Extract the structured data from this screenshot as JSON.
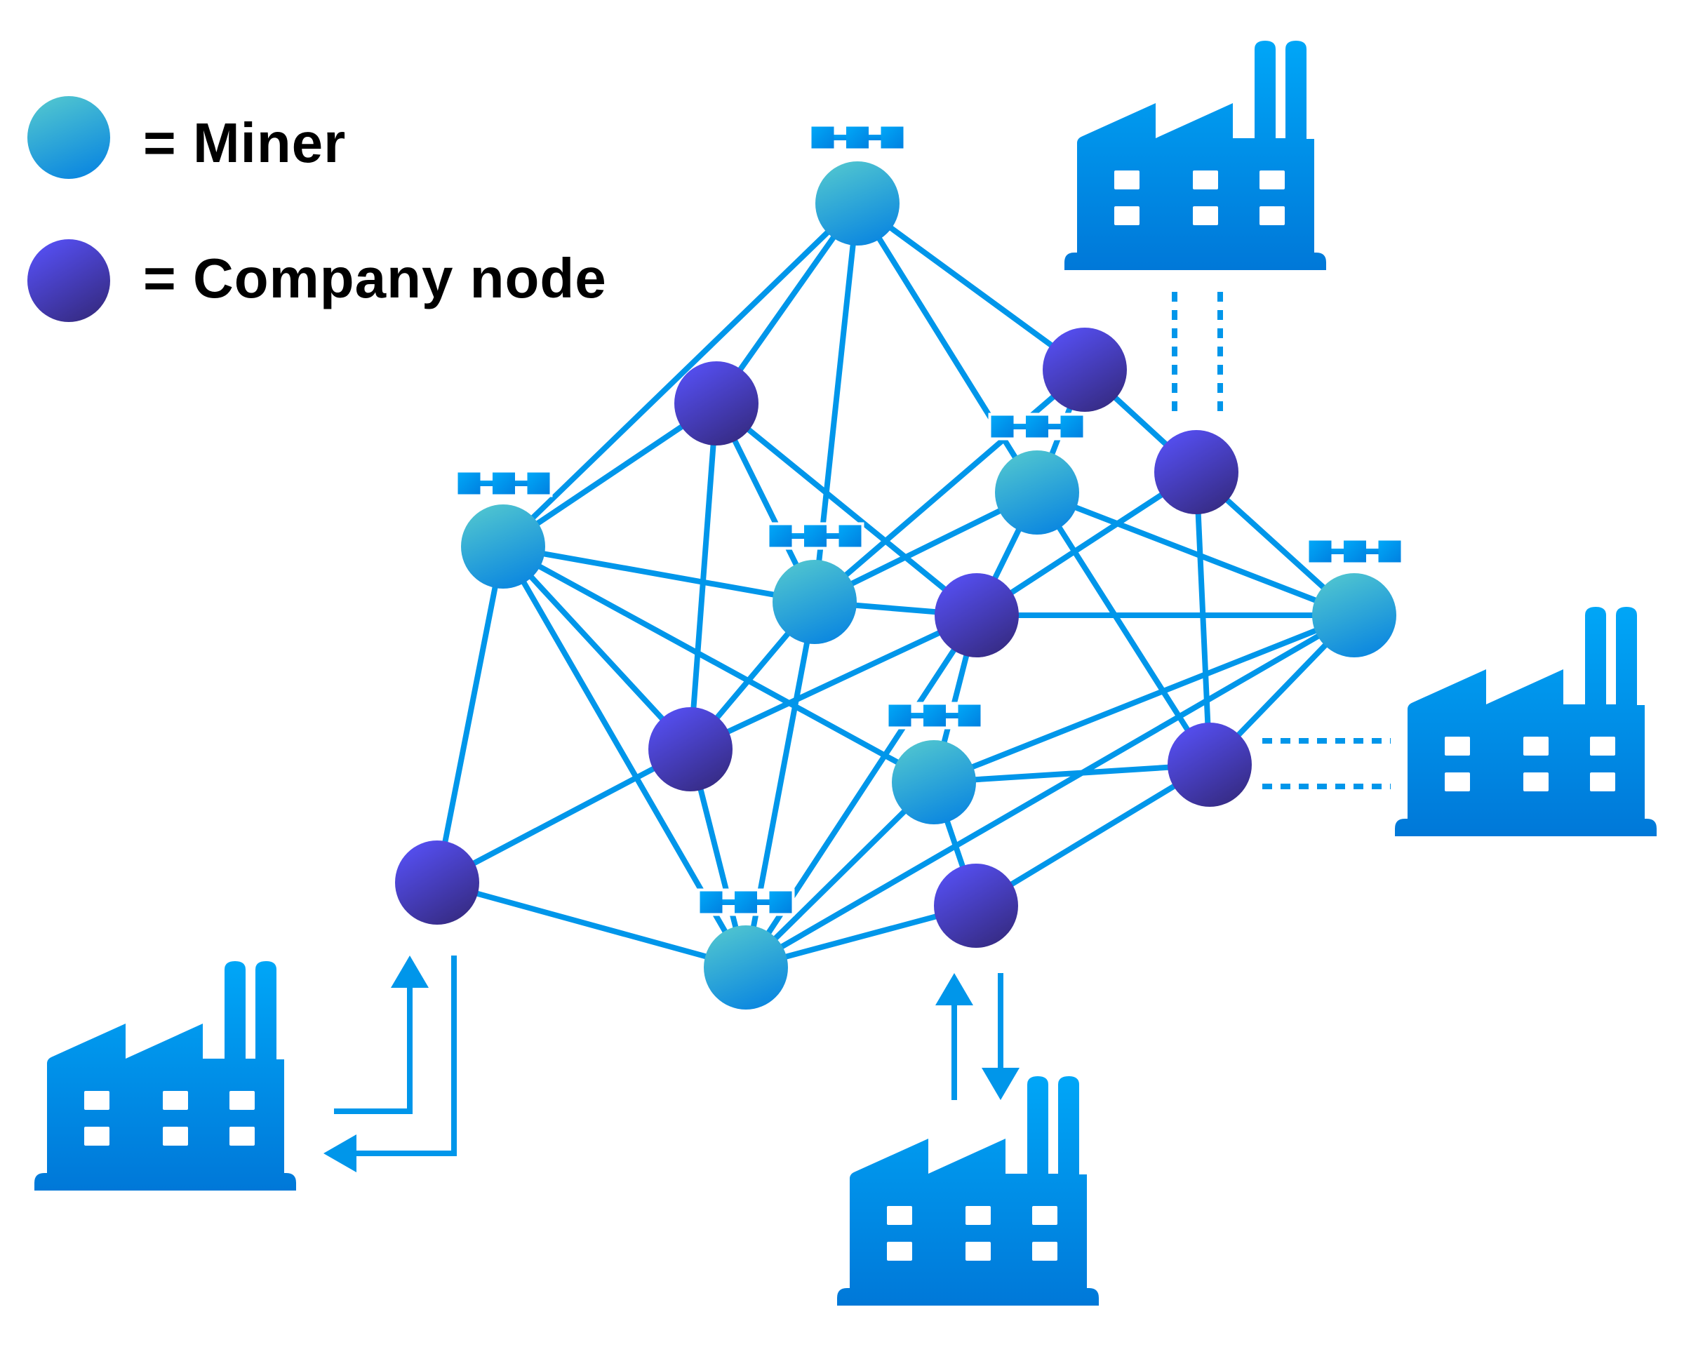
{
  "legend": {
    "miner_label": "= Miner",
    "company_label": "= Company node"
  },
  "colors": {
    "edge": "#0096ea",
    "miner_gradient": [
      "#4fc4d0",
      "#0a86e0"
    ],
    "company_gradient": [
      "#5650f5",
      "#352a80"
    ],
    "icon_gradient": [
      "#00a6f7",
      "#0078d8"
    ],
    "background": "#ffffff"
  },
  "node_types": {
    "miner": "Miner",
    "company": "Company node"
  },
  "nodes": [
    {
      "id": "M1",
      "type": "miner",
      "has_block_icon": true
    },
    {
      "id": "M2",
      "type": "miner",
      "has_block_icon": true
    },
    {
      "id": "M3",
      "type": "miner",
      "has_block_icon": true
    },
    {
      "id": "M4",
      "type": "miner",
      "has_block_icon": true
    },
    {
      "id": "M5",
      "type": "miner",
      "has_block_icon": true
    },
    {
      "id": "M6",
      "type": "miner",
      "has_block_icon": true
    },
    {
      "id": "M7",
      "type": "miner",
      "has_block_icon": true
    },
    {
      "id": "C1",
      "type": "company",
      "has_block_icon": false
    },
    {
      "id": "C2",
      "type": "company",
      "has_block_icon": false
    },
    {
      "id": "C3",
      "type": "company",
      "has_block_icon": false
    },
    {
      "id": "C4",
      "type": "company",
      "has_block_icon": false
    },
    {
      "id": "C5",
      "type": "company",
      "has_block_icon": false
    },
    {
      "id": "C6",
      "type": "company",
      "has_block_icon": false
    },
    {
      "id": "C7",
      "type": "company",
      "has_block_icon": false
    },
    {
      "id": "C8",
      "type": "company",
      "has_block_icon": false
    }
  ],
  "edges": [
    [
      "M1",
      "M2"
    ],
    [
      "M1",
      "C1"
    ],
    [
      "M1",
      "M3"
    ],
    [
      "M1",
      "M4"
    ],
    [
      "M1",
      "C2"
    ],
    [
      "C1",
      "M2"
    ],
    [
      "C1",
      "C5"
    ],
    [
      "C1",
      "M3"
    ],
    [
      "C1",
      "C4"
    ],
    [
      "C2",
      "C3"
    ],
    [
      "C2",
      "M4"
    ],
    [
      "C2",
      "M3"
    ],
    [
      "C3",
      "C4"
    ],
    [
      "C3",
      "C6"
    ],
    [
      "C3",
      "M5"
    ],
    [
      "M2",
      "M3"
    ],
    [
      "M2",
      "M6"
    ],
    [
      "M2",
      "C5"
    ],
    [
      "M2",
      "M7"
    ],
    [
      "M2",
      "C7"
    ],
    [
      "M3",
      "C4"
    ],
    [
      "M3",
      "C5"
    ],
    [
      "M3",
      "M7"
    ],
    [
      "M3",
      "M4"
    ],
    [
      "M4",
      "C4"
    ],
    [
      "M4",
      "M5"
    ],
    [
      "M4",
      "C6"
    ],
    [
      "C4",
      "M5"
    ],
    [
      "C4",
      "C5"
    ],
    [
      "C4",
      "M6"
    ],
    [
      "C4",
      "M7"
    ],
    [
      "M5",
      "M6"
    ],
    [
      "M5",
      "M7"
    ],
    [
      "M5",
      "C6"
    ],
    [
      "C5",
      "C7"
    ],
    [
      "C5",
      "M7"
    ],
    [
      "M6",
      "C6"
    ],
    [
      "M6",
      "C8"
    ],
    [
      "M6",
      "M7"
    ],
    [
      "C6",
      "C8"
    ],
    [
      "C7",
      "M7"
    ],
    [
      "C8",
      "M7"
    ]
  ],
  "factories": [
    {
      "id": "factory-top-right",
      "link": "C3",
      "connector": "dotted-vertical-double"
    },
    {
      "id": "factory-right",
      "link": "C6",
      "connector": "dotted-horizontal-double"
    },
    {
      "id": "factory-bottom-left",
      "link": "C7",
      "connector": "bidirectional-arrows"
    },
    {
      "id": "factory-bottom-center",
      "link": "C8",
      "connector": "bidirectional-arrows"
    }
  ],
  "icons": {
    "miner_legend": "miner-circle-icon",
    "company_legend": "company-circle-icon",
    "block": "blockchain-blocks-icon",
    "factory": "factory-icon",
    "arrow": "arrow-icon"
  }
}
